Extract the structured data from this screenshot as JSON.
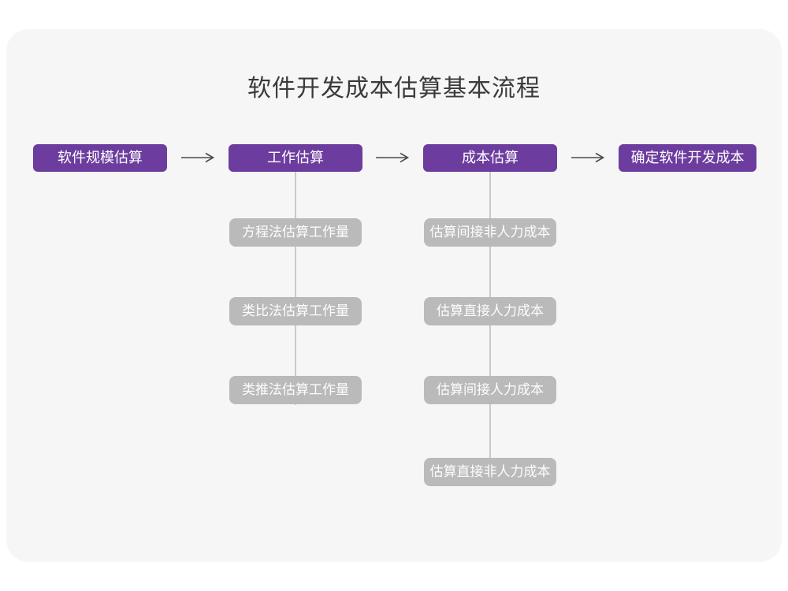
{
  "page": {
    "title": "软件开发成本估算基本流程"
  },
  "colors": {
    "page_bg": "#ffffff",
    "card_bg": "#f6f6f6",
    "primary_purple": "#6c3d9e",
    "sub_box_gray": "#bababa",
    "connector_gray": "#c9c9c9",
    "arrow_gray": "#4a4a4a",
    "title_text": "#3a3a3a"
  },
  "flow": {
    "main_steps": [
      {
        "label": "软件规模估算"
      },
      {
        "label": "工作估算"
      },
      {
        "label": "成本估算"
      },
      {
        "label": "确定软件开发成本"
      }
    ],
    "work_substeps": [
      "方程法估算工作量",
      "类比法估算工作量",
      "类推法估算工作量"
    ],
    "cost_substeps": [
      "估算间接非人力成本",
      "估算直接人力成本",
      "估算间接人力成本",
      "估算直接非人力成本"
    ]
  }
}
